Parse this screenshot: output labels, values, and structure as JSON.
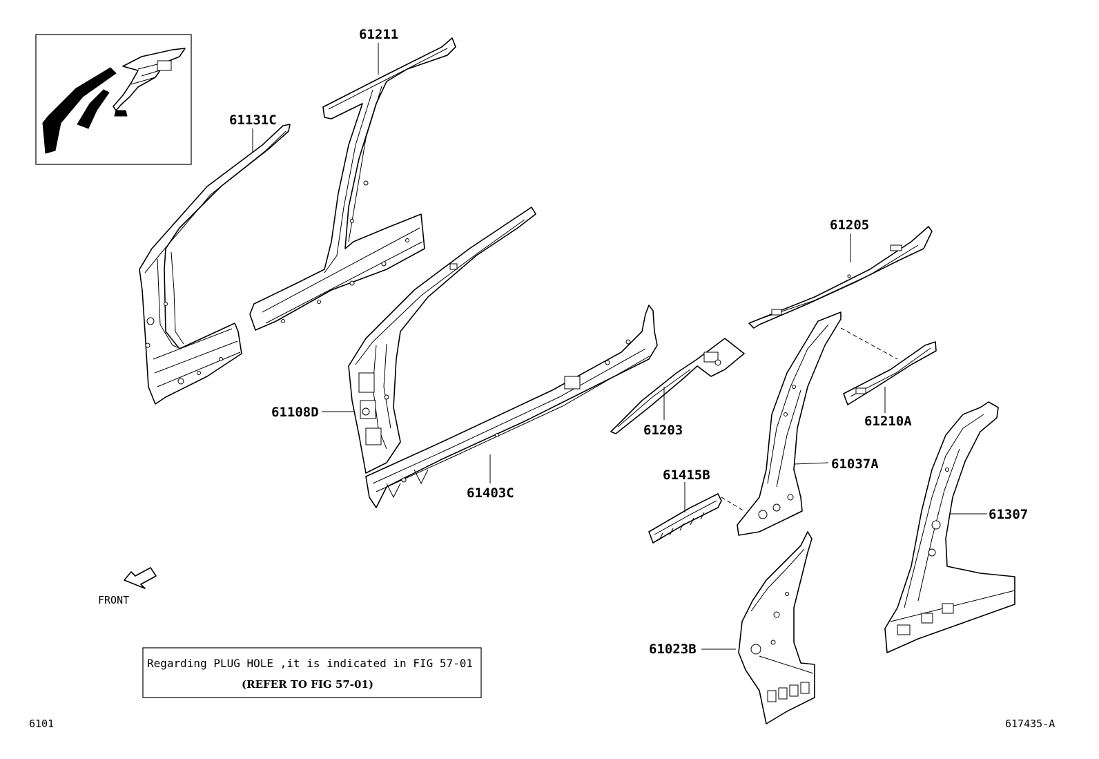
{
  "diagram": {
    "parts": [
      {
        "id": "61211",
        "label": "61211"
      },
      {
        "id": "61131C",
        "label": "61131C"
      },
      {
        "id": "61205",
        "label": "61205"
      },
      {
        "id": "61108D",
        "label": "61108D"
      },
      {
        "id": "61203",
        "label": "61203"
      },
      {
        "id": "61210A",
        "label": "61210A"
      },
      {
        "id": "61403C",
        "label": "61403C"
      },
      {
        "id": "61415B",
        "label": "61415B"
      },
      {
        "id": "61037A",
        "label": "61037A"
      },
      {
        "id": "61307",
        "label": "61307"
      },
      {
        "id": "61023B",
        "label": "61023B"
      }
    ],
    "front_label": "FRONT",
    "note": {
      "line1": "Regarding PLUG HOLE ,it is indicated in FIG 57-01",
      "line2": "(REFER TO FIG 57-01)"
    },
    "page_code_left": "6101",
    "page_code_right": "617435-A"
  }
}
